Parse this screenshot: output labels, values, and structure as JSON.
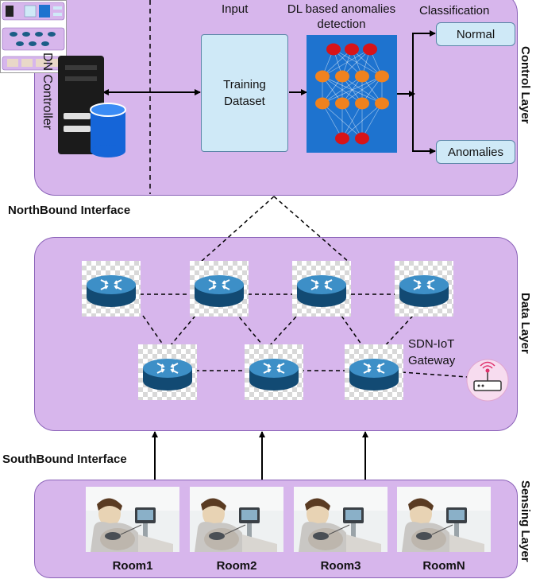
{
  "layers": {
    "control": "Control Layer",
    "data": "Data Layer",
    "sensing": "Sensing Layer"
  },
  "control": {
    "controller_label": "DN Controller",
    "input_title": "Input",
    "training_box": "Training Dataset",
    "dl_title": "DL based anomalies detection",
    "classification_title": "Classification",
    "outputs": [
      "Normal",
      "Anomalies"
    ]
  },
  "interfaces": {
    "northbound": "NorthBound Interface",
    "southbound": "SouthBound Interface"
  },
  "data_layer": {
    "gateway_label": "SDN-IoT Gateway"
  },
  "rooms": [
    "Room1",
    "Room2",
    "Room3",
    "RoomN"
  ],
  "icons": {
    "controller": "server-database-icon",
    "router": "router-icon",
    "gateway": "wifi-router-icon",
    "room": "patient-photo-icon",
    "network": "neural-network-icon"
  },
  "colors": {
    "panel_fill": "#d7b6ec",
    "panel_border": "#8a62b8",
    "box_fill": "#cfe9f7",
    "nn_fill": "#1e73cf",
    "neuron_red": "#d71418",
    "neuron_orange": "#f0821e"
  }
}
